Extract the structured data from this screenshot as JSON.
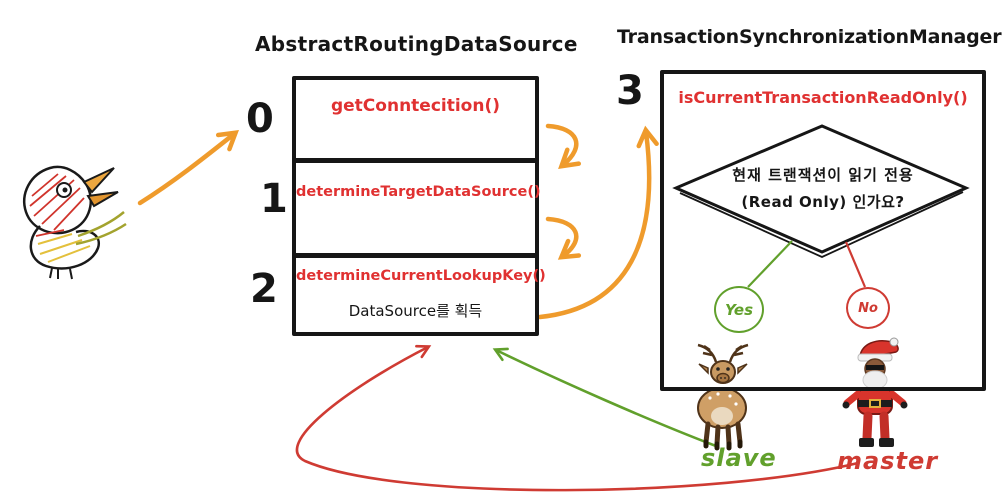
{
  "colors": {
    "orange": "#ef9b2c",
    "green": "#61a02c",
    "red": "#cf3b33",
    "method_red": "#e03131",
    "ink": "#161616"
  },
  "left_panel": {
    "title": "AbstractRoutingDataSource",
    "rows": [
      {
        "step": "0",
        "method": "getConntecition()"
      },
      {
        "step": "1",
        "method": "determineTargetDataSource()"
      },
      {
        "step": "2",
        "method": "determineCurrentLookupKey()",
        "note": "DataSource를 획득"
      }
    ]
  },
  "right_panel": {
    "step": "3",
    "title": "TransactionSynchronizationManager",
    "method": "isCurrentTransactionReadOnly()",
    "question_line1": "현재  트랜잭션이  읽기  전용",
    "question_line2": "(Read Only) 인가요?",
    "yes_label": "Yes",
    "no_label": "No"
  },
  "bottom_labels": {
    "slave": "slave",
    "master": "master"
  },
  "illustrations": {
    "left": "bird-sketch",
    "yes_branch": "reindeer-sketch",
    "no_branch": "santa-sketch"
  }
}
